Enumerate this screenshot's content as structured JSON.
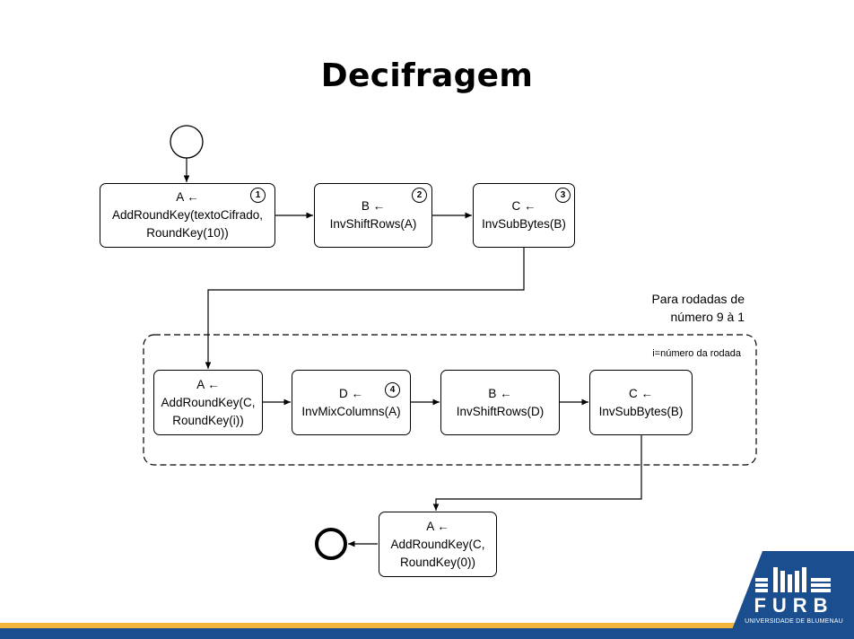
{
  "title": "Decifragem",
  "steps": {
    "s1": {
      "l1": "A ←",
      "l2": "AddRoundKey(textoCifrado,",
      "l3": "RoundKey(10))",
      "badge": "1"
    },
    "s2": {
      "l1": "B ←",
      "l2": "InvShiftRows(A)",
      "badge": "2"
    },
    "s3": {
      "l1": "C ←",
      "l2": "InvSubBytes(B)",
      "badge": "3"
    },
    "r1": {
      "l1": "A ←",
      "l2": "AddRoundKey(C,",
      "l3": "RoundKey(i))"
    },
    "r2": {
      "l1": "D ←",
      "l2": "InvMixColumns(A)",
      "badge": "4"
    },
    "r3": {
      "l1": "B ←",
      "l2": "InvShiftRows(D)"
    },
    "r4": {
      "l1": "C ←",
      "l2": "InvSubBytes(B)"
    },
    "final": {
      "l1": "A ←",
      "l2": "AddRoundKey(C,",
      "l3": "RoundKey(0))"
    }
  },
  "loop": {
    "label_line1": "Para rodadas de",
    "label_line2": "número 9 à 1",
    "index_note": "i=número da rodada"
  },
  "logo": {
    "name": "FURB",
    "subtitle": "UNIVERSIDADE DE BLUMENAU"
  },
  "colors": {
    "brand_blue": "#1a4e8e",
    "stripe_gold": "#f2b53a",
    "stripe_blue": "#1a4e8e"
  }
}
